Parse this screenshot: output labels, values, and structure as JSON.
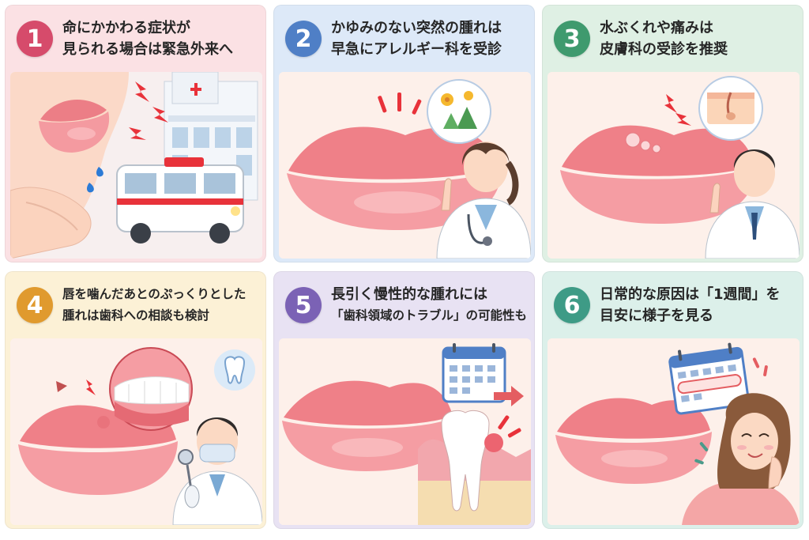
{
  "colors": {
    "card1_bg": "#fbe1e4",
    "card1_num": "#d64b6b",
    "card2_bg": "#dde9f8",
    "card2_num": "#4f7fc6",
    "card3_bg": "#dff0e4",
    "card3_num": "#3f9a6e",
    "card4_bg": "#fcf1d6",
    "card4_num": "#e09a2e",
    "card5_bg": "#e8e2f3",
    "card5_num": "#7b62b5",
    "card6_bg": "#dcf0ea",
    "card6_num": "#3e9b86",
    "lip": "#f08a8e",
    "red_accent": "#e8323a"
  },
  "cards": [
    {
      "number": "1",
      "title_line1": "命にかかわる症状が",
      "title_line2": "見られる場合は緊急外来へ",
      "icons": [
        "lips-icon",
        "hand-icon",
        "ambulance-icon",
        "hospital-icon",
        "alert-spark-icon"
      ]
    },
    {
      "number": "2",
      "title_line1": "かゆみのない突然の腫れは",
      "title_line2": "早急にアレルギー科を受診",
      "icons": [
        "lips-icon",
        "female-doctor-icon",
        "pollen-flower-icon",
        "tree-icon",
        "alert-spark-icon"
      ]
    },
    {
      "number": "3",
      "title_line1": "水ぶくれや痛みは",
      "title_line2": "皮膚科の受診を推奨",
      "icons": [
        "blistered-lips-icon",
        "male-doctor-icon",
        "skin-layer-icon",
        "alert-spark-icon"
      ]
    },
    {
      "number": "4",
      "title_line1": "唇を噛んだあとのぷっくりとした",
      "title_line2": "腫れは歯科への相談も検討",
      "icons": [
        "lips-icon",
        "biting-teeth-icon",
        "dentist-icon",
        "tooth-icon",
        "dental-mirror-icon"
      ]
    },
    {
      "number": "5",
      "title_line1": "長引く慢性的な腫れには",
      "title_line2": "「歯科領域のトラブル」の可能性も",
      "icons": [
        "lips-icon",
        "calendar-icon",
        "arrow-right-icon",
        "tooth-gum-icon"
      ]
    },
    {
      "number": "6",
      "title_line1": "日常的な原因は「1週間」を",
      "title_line2": "目安に様子を見る",
      "icons": [
        "lips-icon",
        "calendar-week-icon",
        "smiling-woman-icon"
      ]
    }
  ]
}
